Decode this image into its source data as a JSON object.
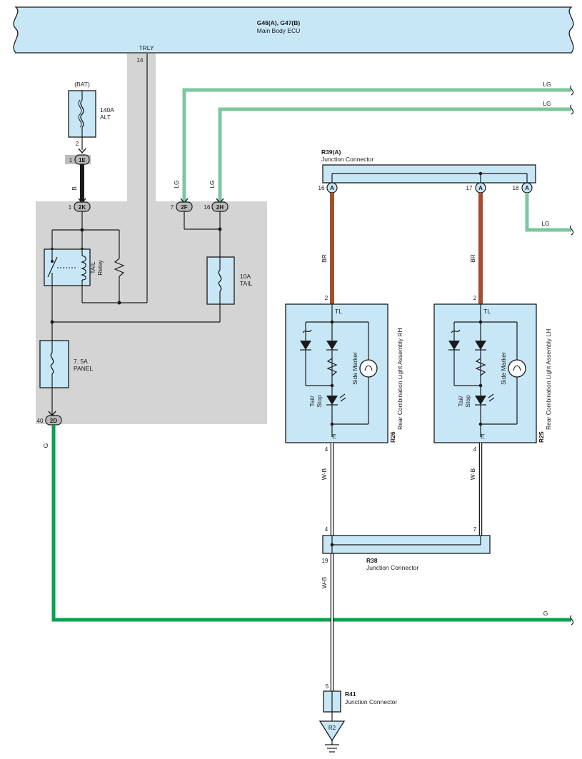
{
  "ecu": {
    "id": "G46(A), G47(B)",
    "name": "Main Body ECU",
    "terminal_name": "TRLY",
    "terminal_pin": "14"
  },
  "fuse_alt": {
    "source": "(BAT)",
    "rating": "140A",
    "name": "ALT",
    "pin_top": "2"
  },
  "connector_1e": {
    "pin": "1",
    "code": "1E"
  },
  "connector_2k": {
    "pin": "1",
    "code": "2K"
  },
  "connector_2f": {
    "pin": "7",
    "code": "2F"
  },
  "connector_2h": {
    "pin": "16",
    "code": "2H"
  },
  "connector_2d": {
    "pin": "40",
    "code": "2D"
  },
  "relay": {
    "line1": "TAIL",
    "line2": "Relay"
  },
  "fuse_tail": {
    "rating": "10A",
    "name": "TAIL"
  },
  "fuse_panel": {
    "rating": "7. 5A",
    "name": "PANEL"
  },
  "wire_colors": {
    "b": "B",
    "lg": "LG",
    "g": "G",
    "br": "BR",
    "wb": "W-B"
  },
  "colors": {
    "box_fill": "#c7e7f6",
    "lg_wire": "#7cc79d",
    "g_wire": "#0aa14f",
    "br_wire": "#a34f2d",
    "b_wire": "#1a1a1a",
    "shade": "#d4d4d4"
  },
  "r39": {
    "id": "R39(A)",
    "name": "Junction Connector",
    "pin_left": "16",
    "pin_mid": "17",
    "pin_right": "18",
    "code": "A"
  },
  "r26": {
    "id": "R26",
    "name": "Rear Combination Light Assembly RH",
    "pin_tl": "2",
    "pin_e": "4",
    "tl": "TL",
    "e": "E",
    "tail_stop_1": "Tail/",
    "tail_stop_2": "Stop",
    "side_marker": "Side Marker"
  },
  "r25": {
    "id": "R25",
    "name": "Rear Combination Light Assembly LH",
    "pin_tl": "2",
    "pin_e": "4",
    "tl": "TL",
    "e": "E",
    "tail_stop_1": "Tail/",
    "tail_stop_2": "Stop",
    "side_marker": "Side Marker"
  },
  "r38": {
    "id": "R38",
    "name": "Junction Connector",
    "pin_left": "4",
    "pin_right": "7",
    "pin_bottom": "19"
  },
  "r41": {
    "id": "R41",
    "name": "Junction Connector",
    "pin": "5"
  },
  "ground": {
    "id": "R2"
  }
}
